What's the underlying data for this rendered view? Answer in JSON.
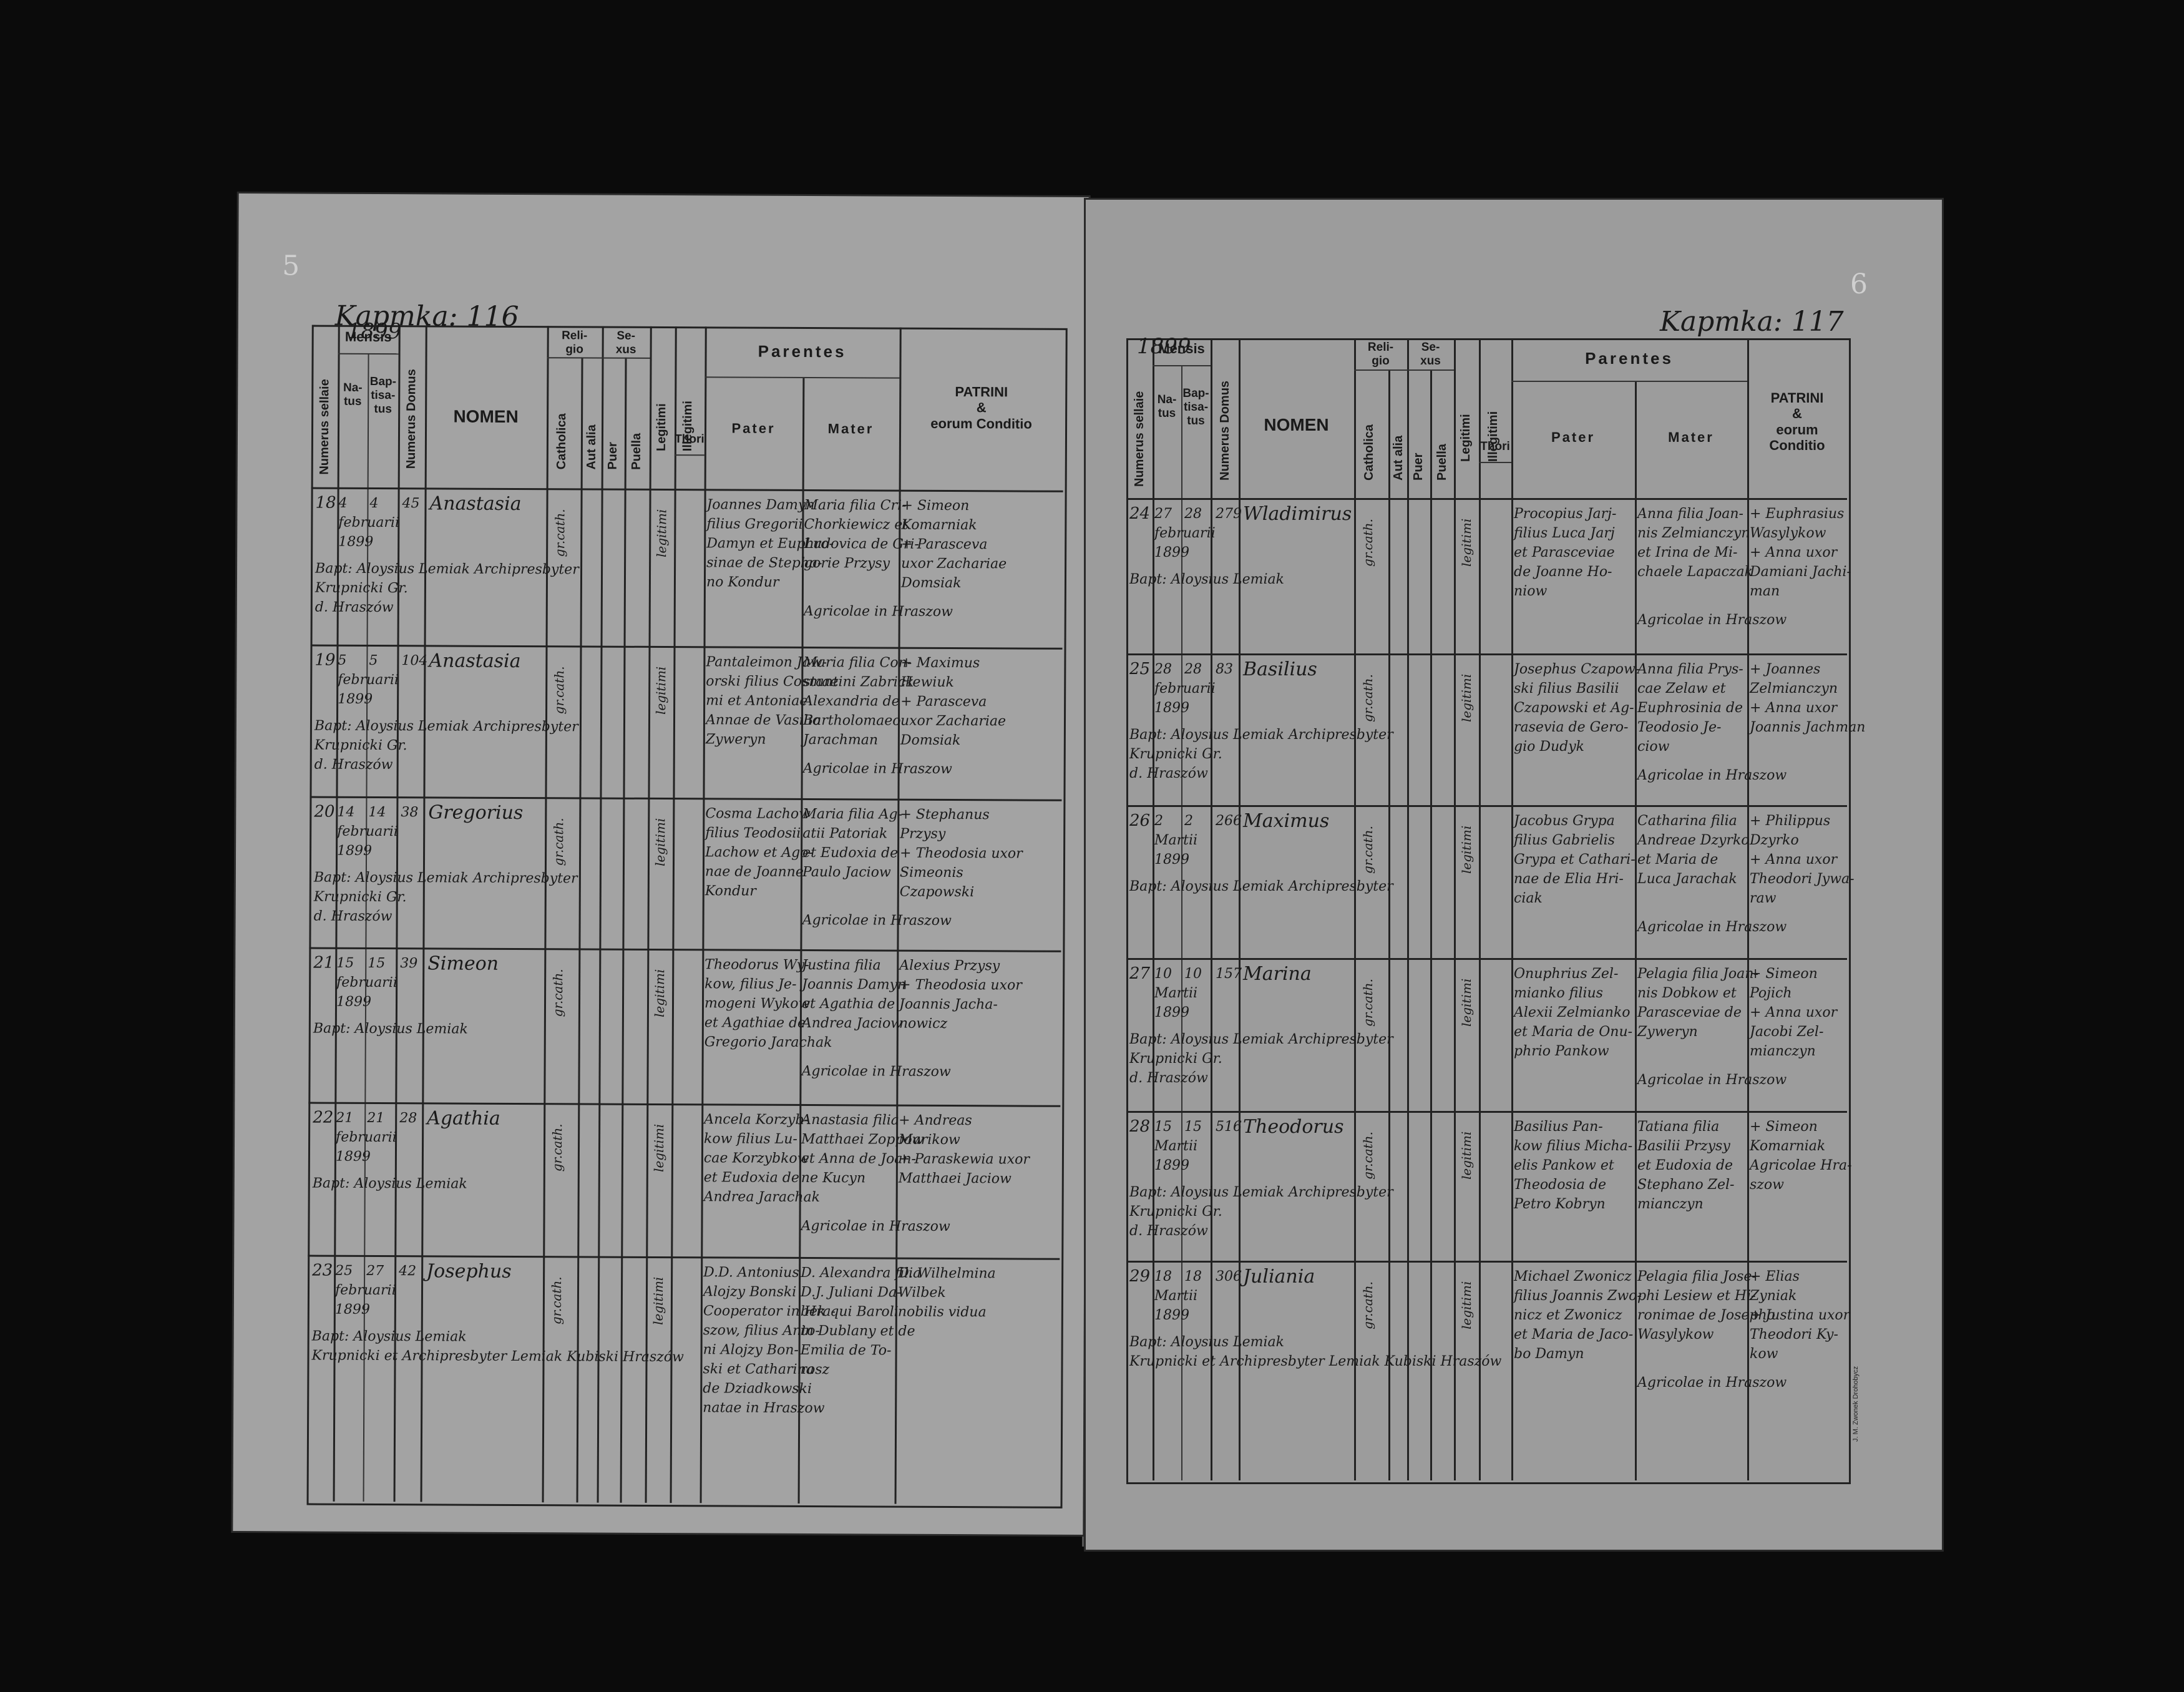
{
  "header": {
    "col_numerus_sellae": "Numerus sellaie",
    "col_mensis": "Mensis",
    "col_natus": "Na-\ntus",
    "col_baptisatus": "Bap-\ntisa-\ntus",
    "col_numerus_domus": "Numerus Domus",
    "col_nomen": "NOMEN",
    "col_religio": "Reli-\ngio",
    "col_catholica": "Catholica",
    "col_aut_alia": "Aut alia",
    "col_sexus": "Se-\nxus",
    "col_puer": "Puer",
    "col_puella": "Puella",
    "col_legitimi": "Legitimi",
    "col_illegitimi": "Illegitimi",
    "col_thori": "Thori",
    "col_parentes": "Parentes",
    "col_pater": "Pater",
    "col_mater": "Mater",
    "col_patrini": "PATRINI\n&\neorum Conditio"
  },
  "left_page": {
    "corner_number": "5",
    "book_label": "Kapmka: 116",
    "year": "1899",
    "entries": [
      {
        "num": "18",
        "natus": "4\nfebruarii\n1899",
        "bapt": "4",
        "domus": "45",
        "nomen": "Anastasia",
        "catholica": "gr.cath.",
        "legitimi": "legitimi",
        "pater": "Joannes Damyn\nfilius Gregorii\nDamyn et Euphro-\nsinae de Stepha-\nno Kondur",
        "mater": "Maria filia Cri-\nChorkiewicz et\nLudovica de Gri-\ngorie Przysy",
        "patrini": "+ Simeon\nKomarniak\n+ Parasceva\nuxor Zachariae\nDomsiak",
        "cond": "Agricolae in Hraszow",
        "baptizer": "Bapt: Aloysius Lemiak Archipresbyter\nKrupnicki Gr.\nd. Hraszów"
      },
      {
        "num": "19",
        "natus": "5\nfebruarii\n1899",
        "bapt": "5",
        "domus": "104",
        "nomen": "Anastasia",
        "catholica": "gr.cath.",
        "legitimi": "legitimi",
        "pater": "Pantaleimon Jaw-\norski filius Cosmae\nmi et Antoniae\nAnnae de Vasilio\nZyweryn",
        "mater": "Maria filia Con-\nstantini Zabrick\nAlexandria de\nBartholomaeo\nJarachman",
        "patrini": "+ Maximus\nHewiuk\n+ Parasceva\nuxor Zachariae\nDomsiak",
        "cond": "Agricolae in Hraszow",
        "baptizer": "Bapt: Aloysius Lemiak Archipresbyter\nKrupnicki Gr.\nd. Hraszów"
      },
      {
        "num": "20",
        "natus": "14\nfebruarii\n1899",
        "bapt": "14",
        "domus": "38",
        "nomen": "Gregorius",
        "catholica": "gr.cath.",
        "legitimi": "legitimi",
        "pater": "Cosma Lachow\nfilius Teodosii\nLachow et Ago-\nnae de Joanne\nKondur",
        "mater": "Maria filia Ag-\natii Patoriak\net Eudoxia de\nPaulo Jaciow",
        "patrini": "+ Stephanus\nPrzysy\n+ Theodosia uxor\nSimeonis\nCzapowski",
        "cond": "Agricolae in Hraszow",
        "baptizer": "Bapt: Aloysius Lemiak Archipresbyter\nKrupnicki Gr.\nd. Hraszów"
      },
      {
        "num": "21",
        "natus": "15\nfebruarii\n1899",
        "bapt": "15",
        "domus": "39",
        "nomen": "Simeon",
        "catholica": "gr.cath.",
        "legitimi": "legitimi",
        "pater": "Theodorus Wy-\nkow, filius Je-\nmogeni Wykow\net Agathiae de\nGregorio Jarachak",
        "mater": "Justina filia\nJoannis Damyn\net Agathia de\nAndrea Jaciow",
        "patrini": "Alexius Przysy\n+ Theodosia uxor\nJoannis Jacha-\nnowicz",
        "cond": "Agricolae in Hraszow",
        "baptizer": "Bapt: Aloysius Lemiak"
      },
      {
        "num": "22",
        "natus": "21\nfebruarii\n1899",
        "bapt": "21",
        "domus": "28",
        "nomen": "Agathia",
        "catholica": "gr.cath.",
        "legitimi": "legitimi",
        "pater": "Ancela Korzyb-\nkow filius Lu-\ncae Korzybkow\net Eudoxia de\nAndrea Jarachak",
        "mater": "Anastasia filia\nMatthaei Zoppow\net Anna de Joan-\nne Kucyn",
        "patrini": "+ Andreas\nMarikow\n+ Paraskewia uxor\nMatthaei Jaciow",
        "cond": "Agricolae in Hraszow",
        "baptizer": "Bapt: Aloysius Lemiak"
      },
      {
        "num": "23",
        "natus": "25\nfebruarii\n1899",
        "bapt": "27",
        "domus": "42",
        "nomen": "Josephus",
        "catholica": "gr.cath.",
        "legitimi": "legitimi",
        "pater": "D.D. Antonius\nAlojzy Bonski\nCooperator in Hra-\nszow, filius Anto-\nni Alojzy Bon-\nski et Catharina\nde Dziadkowski\nnatae in Hraszow",
        "mater": "D. Alexandra filia\nD.J. Juliani Da-\nbek qui Baroli\nin Dublany et de\nEmilia de To-\nrosz",
        "patrini": "D. Wilhelmina\nWilbek\nnobilis vidua",
        "cond": "",
        "baptizer": "Bapt: Aloysius Lemiak\nKrupnicki et Archipresbyter Lemiak Kubiski Hraszów"
      }
    ]
  },
  "right_page": {
    "corner_number": "6",
    "book_label": "Kapmka: 117",
    "year": "1899",
    "printer_mark": "J. M. Zwonek Drohobycz",
    "entries": [
      {
        "num": "24",
        "natus": "27\nfebruarii\n1899",
        "bapt": "28",
        "domus": "279",
        "nomen": "Wladimirus",
        "catholica": "gr.cath.",
        "legitimi": "legitimi",
        "pater": "Procopius Jarj-\nfilius Luca Jarj\net Parasceviae\nde Joanne Ho-\nniow",
        "mater": "Anna filia Joan-\nnis Zelmianczyn\net Irina de Mi-\nchaele Lapaczak",
        "patrini": "+ Euphrasius\nWasylykow\n+ Anna uxor\nDamiani Jachi-\nman",
        "cond": "Agricolae in Hraszow",
        "baptizer": "Bapt: Aloysius Lemiak"
      },
      {
        "num": "25",
        "natus": "28\nfebruarii\n1899",
        "bapt": "28",
        "domus": "83",
        "nomen": "Basilius",
        "catholica": "gr.cath.",
        "legitimi": "legitimi",
        "pater": "Josephus Czapow-\nski filius Basilii\nCzapowski et Ag-\nrasevia de Gero-\ngio Dudyk",
        "mater": "Anna filia Prys-\ncae Zelaw et\nEuphrosinia de\nTeodosio Je-\nciow",
        "patrini": "+ Joannes\nZelmianczyn\n+ Anna uxor\nJoannis Jachman",
        "cond": "Agricolae in Hraszow",
        "baptizer": "Bapt: Aloysius Lemiak Archipresbyter\nKrupnicki Gr.\nd. Hraszów"
      },
      {
        "num": "26",
        "natus": "2\nMartii\n1899",
        "bapt": "2",
        "domus": "266",
        "nomen": "Maximus",
        "catholica": "gr.cath.",
        "legitimi": "legitimi",
        "pater": "Jacobus Grypa\nfilius Gabrielis\nGrypa et Cathari-\nnae de Elia Hri-\nciak",
        "mater": "Catharina filia\nAndreae Dzyrko\net Maria de\nLuca Jarachak",
        "patrini": "+ Philippus\nDzyrko\n+ Anna uxor\nTheodori Jywa-\nraw",
        "cond": "Agricolae in Hraszow",
        "baptizer": "Bapt: Aloysius Lemiak Archipresbyter"
      },
      {
        "num": "27",
        "natus": "10\nMartii\n1899",
        "bapt": "10",
        "domus": "157",
        "nomen": "Marina",
        "catholica": "gr.cath.",
        "legitimi": "legitimi",
        "pater": "Onuphrius Zel-\nmianko filius\nAlexii Zelmianko\net Maria de Onu-\nphrio Pankow",
        "mater": "Pelagia filia Joan-\nnis Dobkow et\nParasceviae de\nZyweryn",
        "patrini": "+ Simeon\nPojich\n+ Anna uxor\nJacobi Zel-\nmianczyn",
        "cond": "Agricolae in Hraszow",
        "baptizer": "Bapt: Aloysius Lemiak Archipresbyter\nKrupnicki Gr.\nd. Hraszów"
      },
      {
        "num": "28",
        "natus": "15\nMartii\n1899",
        "bapt": "15",
        "domus": "516",
        "nomen": "Theodorus",
        "catholica": "gr.cath.",
        "legitimi": "legitimi",
        "pater": "Basilius Pan-\nkow filius Micha-\nelis Pankow et\nTheodosia de\nPetro Kobryn",
        "mater": "Tatiana filia\nBasilii Przysy\net Eudoxia de\nStephano Zel-\nmianczyn",
        "patrini": "+ Simeon\nKomarniak\nAgricolae Hra-\nszow",
        "cond": "",
        "baptizer": "Bapt: Aloysius Lemiak Archipresbyter\nKrupnicki Gr.\nd. Hraszów"
      },
      {
        "num": "29",
        "natus": "18\nMartii\n1899",
        "bapt": "18",
        "domus": "306",
        "nomen": "Juliania",
        "catholica": "gr.cath.",
        "legitimi": "legitimi",
        "pater": "Michael Zwonicz\nfilius Joannis Zwo-\nnicz et Zwonicz\net Maria de Jaco-\nbo Damyn",
        "mater": "Pelagia filia Jose-\nphi Lesiew et Hi-\nronimae de Josepho\nWasylykow",
        "patrini": "+ Elias\nZyniak\n+ Justina uxor\nTheodori Ky-\nkow",
        "cond": "Agricolae in Hraszow",
        "baptizer": "Bapt: Aloysius Lemiak\nKrupnicki et Archipresbyter Lemiak Kubiski Hraszów"
      }
    ]
  }
}
